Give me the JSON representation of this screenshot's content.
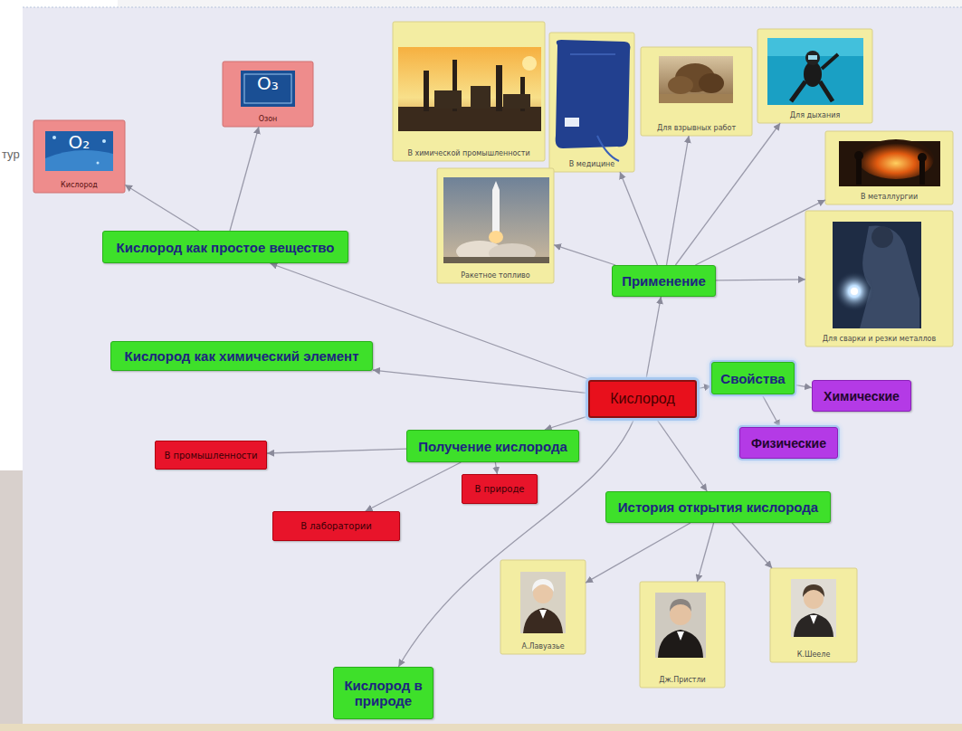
{
  "diagram": {
    "nodes": [
      {
        "text": [
          "Кислород"
        ]
      },
      {
        "text": [
          "Кислород как простое вещество"
        ]
      },
      {
        "text": [
          "O₂",
          "Кислород"
        ]
      },
      {
        "text": [
          "O₃",
          "Озон"
        ]
      },
      {
        "text": [
          "Кислород как химический элемент"
        ]
      },
      {
        "text": [
          "Применение"
        ]
      },
      {
        "text": [
          "Ракетное топливо"
        ]
      },
      {
        "text": [
          "В химической промышленности"
        ]
      },
      {
        "text": [
          "В медицине"
        ]
      },
      {
        "text": [
          "Для взрывных работ"
        ]
      },
      {
        "text": [
          "Для дыхания"
        ]
      },
      {
        "text": [
          "В металлургии"
        ]
      },
      {
        "text": [
          "Для сварки и резки металлов"
        ]
      },
      {
        "text": [
          "Свойства"
        ]
      },
      {
        "text": [
          "Химические"
        ]
      },
      {
        "text": [
          "Физические"
        ]
      },
      {
        "text": [
          "Получение кислорода"
        ]
      },
      {
        "text": [
          "В промышленности"
        ]
      },
      {
        "text": [
          "В природе"
        ]
      },
      {
        "text": [
          "В лаборатории"
        ]
      },
      {
        "text": [
          "История открытия кислорода"
        ]
      },
      {
        "text": [
          "А.Лавуазье"
        ]
      },
      {
        "text": [
          "Дж.Пристли"
        ]
      },
      {
        "text": [
          "К.Шееле"
        ]
      },
      {
        "text": [
          "Кислород в природе"
        ]
      }
    ],
    "edges": [
      {
        "from": 0,
        "to": 1,
        "arrow": "to"
      },
      {
        "from": 1,
        "to": 2,
        "arrow": "to"
      },
      {
        "from": 1,
        "to": 3,
        "arrow": "to"
      },
      {
        "from": 0,
        "to": 4,
        "arrow": "to"
      },
      {
        "from": 0,
        "to": 5,
        "arrow": "to"
      },
      {
        "from": 5,
        "to": 6,
        "arrow": "to"
      },
      {
        "from": 5,
        "to": 8,
        "arrow": "to"
      },
      {
        "from": 5,
        "to": 9,
        "arrow": "to"
      },
      {
        "from": 5,
        "to": 10,
        "arrow": "to"
      },
      {
        "from": 5,
        "to": 11,
        "arrow": "to"
      },
      {
        "from": 5,
        "to": 12,
        "arrow": "to"
      },
      {
        "from": 0,
        "to": 13,
        "arrow": "to"
      },
      {
        "from": 13,
        "to": 14,
        "arrow": "to"
      },
      {
        "from": 13,
        "to": 15,
        "arrow": "to"
      },
      {
        "from": 0,
        "to": 16,
        "arrow": "to"
      },
      {
        "from": 16,
        "to": 17,
        "arrow": "to"
      },
      {
        "from": 16,
        "to": 18,
        "arrow": "to"
      },
      {
        "from": 16,
        "to": 19,
        "arrow": "to"
      },
      {
        "from": 0,
        "to": 20,
        "arrow": "to"
      },
      {
        "from": 20,
        "to": 21,
        "arrow": "to"
      },
      {
        "from": 20,
        "to": 22,
        "arrow": "to"
      },
      {
        "from": 20,
        "to": 23,
        "arrow": "to"
      },
      {
        "from": 0,
        "to": 24,
        "arrow": "to"
      }
    ],
    "labels": [
      "тур"
    ]
  }
}
